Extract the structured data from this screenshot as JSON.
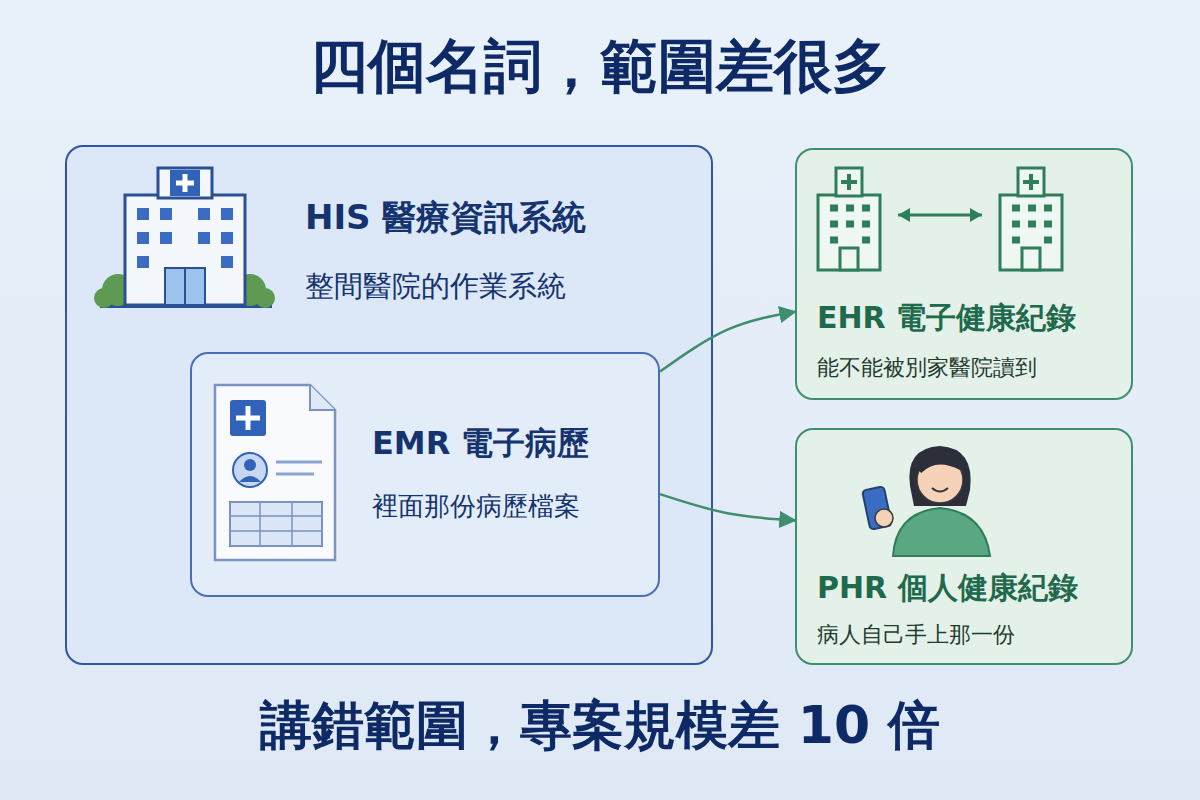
{
  "diagram": {
    "title": "四個名詞，範圍差很多",
    "caption": "講錯範圍，專案規模差 10 倍",
    "nodes": [
      {
        "text": [
          "HIS 醫療資訊系統",
          "整間醫院的作業系統"
        ]
      },
      {
        "text": [
          "EMR 電子病歷",
          "裡面那份病歷檔案"
        ],
        "in": 0
      },
      {
        "text": [
          "EHR 電子健康紀錄",
          "能不能被別家醫院讀到"
        ]
      },
      {
        "text": [
          "PHR 個人健康紀錄",
          "病人自己手上那一份"
        ]
      }
    ],
    "edges": [
      {
        "from": 1,
        "to": 2,
        "arrow": "to"
      },
      {
        "from": 1,
        "to": 3,
        "arrow": "to"
      }
    ]
  }
}
